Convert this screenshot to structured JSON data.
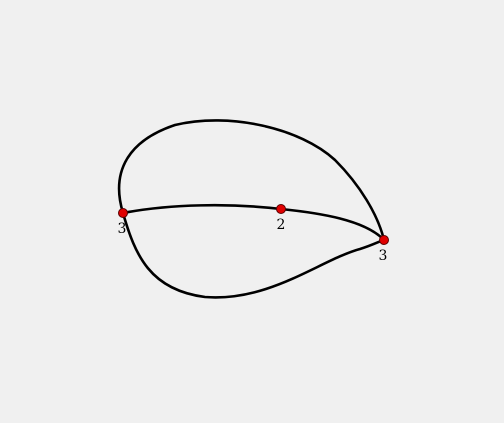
{
  "graph": {
    "background_color": "#f0f0f0",
    "edge_color": "#000000",
    "node_color": "#e00000",
    "nodes": [
      {
        "id": "left",
        "label": "3"
      },
      {
        "id": "middle",
        "label": "2"
      },
      {
        "id": "right",
        "label": "3"
      }
    ],
    "edges": [
      {
        "id": "upper-arc",
        "from": "left",
        "to": "right"
      },
      {
        "id": "left-middle",
        "from": "left",
        "to": "middle"
      },
      {
        "id": "middle-right",
        "from": "middle",
        "to": "right"
      },
      {
        "id": "lower-arc",
        "from": "left",
        "to": "right"
      }
    ]
  }
}
